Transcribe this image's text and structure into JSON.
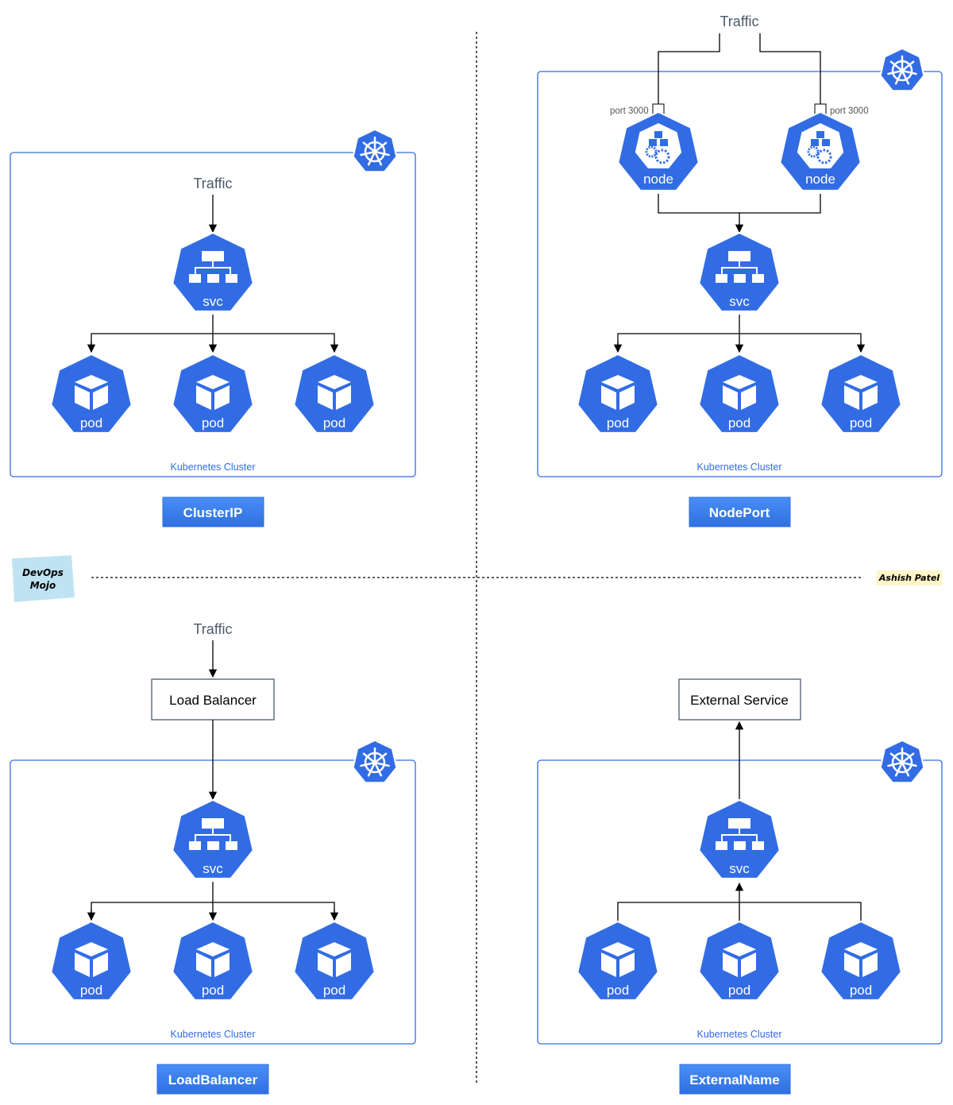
{
  "traffic_label": "Traffic",
  "pod_label": "pod",
  "svc_label": "svc",
  "node_label": "node",
  "cluster_label": "Kubernetes Cluster",
  "port_label": "port 3000",
  "load_balancer_label": "Load Balancer",
  "external_service_label": "External Service",
  "service_types": {
    "cluster_ip": "ClusterIP",
    "node_port": "NodePort",
    "load_balancer": "LoadBalancer",
    "external_name": "ExternalName"
  },
  "sticker": {
    "line1": "DevOps",
    "line2": "Mojo"
  },
  "author": "Ashish Patel",
  "colors": {
    "k8s_blue": "#326ce5",
    "label_gradient_top": "#4a8ef5",
    "label_gradient_bottom": "#2f6fe0",
    "sticker": "#bfe3f2",
    "author_bg": "#fff5c8"
  }
}
